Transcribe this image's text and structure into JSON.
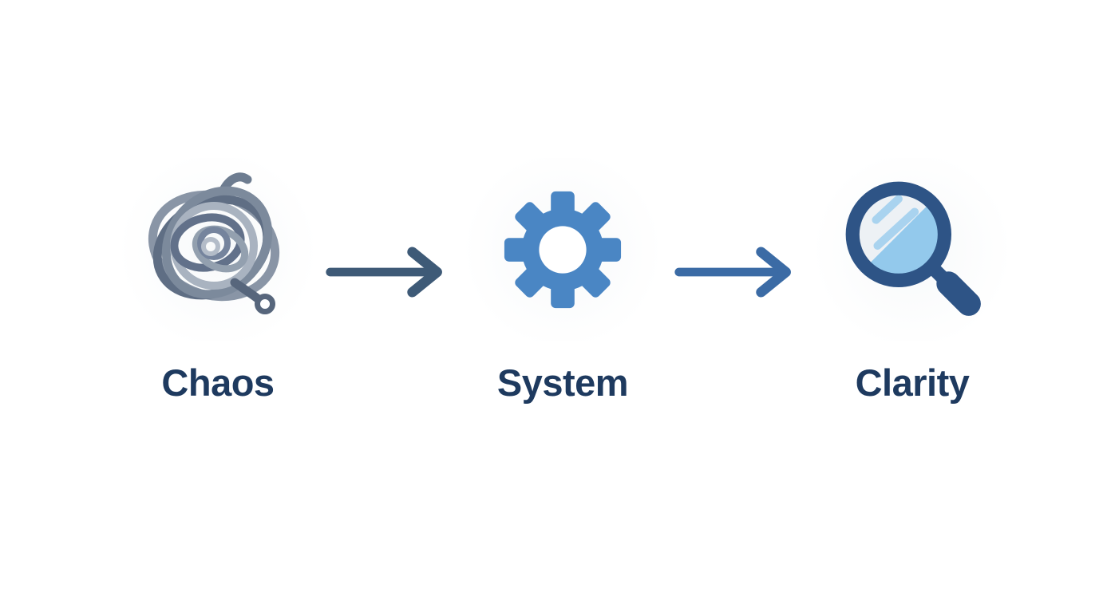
{
  "diagram": {
    "steps": [
      {
        "id": "chaos",
        "label": "Chaos",
        "icon": "tangled-scribble-icon"
      },
      {
        "id": "system",
        "label": "System",
        "icon": "gear-icon"
      },
      {
        "id": "clarity",
        "label": "Clarity",
        "icon": "magnifier-icon"
      }
    ],
    "connectors": [
      {
        "icon": "arrow-right-icon",
        "between": "Chaos and System"
      },
      {
        "icon": "arrow-right-icon",
        "between": "System and Clarity"
      }
    ],
    "colors": {
      "background": "#ffffff",
      "label_text": "#1e3a5f",
      "gear_blue": "#4a86c4",
      "magnifier_navy": "#2e5486",
      "magnifier_lens_light": "#edf1f5",
      "magnifier_lens_blue": "#93c9ec",
      "magnifier_highlight": "#a9d3ef",
      "arrow_left": "#3e5a77",
      "arrow_right": "#3b6ba5",
      "tangle_dark": "#57667c",
      "tangle_mid": "#75849d",
      "tangle_light": "#a9b3c0"
    }
  }
}
